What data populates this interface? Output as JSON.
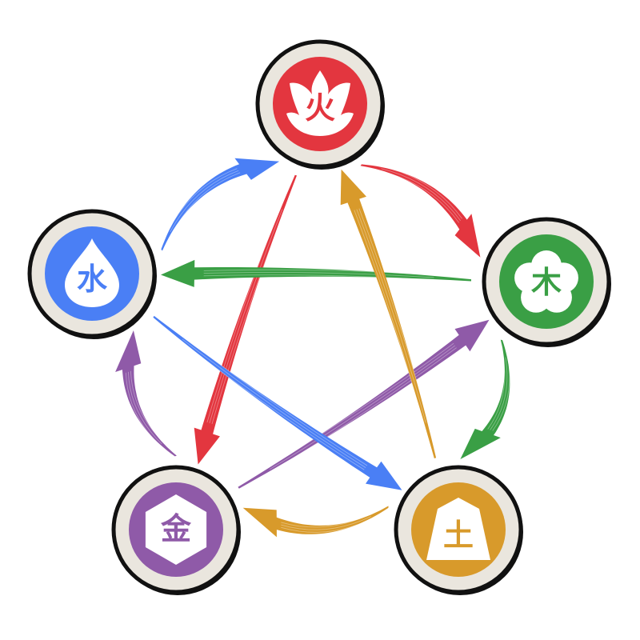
{
  "elements": [
    {
      "id": "fire",
      "glyph": "火",
      "color": "#E3363F",
      "emblem": "flame"
    },
    {
      "id": "wood",
      "glyph": "木",
      "color": "#3A9F45",
      "emblem": "plum-blossom"
    },
    {
      "id": "earth",
      "glyph": "土",
      "color": "#D89A2B",
      "emblem": "shogi-piece"
    },
    {
      "id": "metal",
      "glyph": "金",
      "color": "#8F5AA8",
      "emblem": "hexagon"
    },
    {
      "id": "water",
      "glyph": "水",
      "color": "#4A7FF5",
      "emblem": "water-drop"
    }
  ],
  "generating_cycle": [
    {
      "from": "fire",
      "to": "wood"
    },
    {
      "from": "wood",
      "to": "earth"
    },
    {
      "from": "earth",
      "to": "metal"
    },
    {
      "from": "metal",
      "to": "water"
    },
    {
      "from": "water",
      "to": "fire"
    }
  ],
  "overcoming_cycle": [
    {
      "from": "fire",
      "to": "metal"
    },
    {
      "from": "metal",
      "to": "wood"
    },
    {
      "from": "wood",
      "to": "water"
    },
    {
      "from": "water",
      "to": "earth"
    },
    {
      "from": "earth",
      "to": "fire"
    }
  ],
  "node_ring": {
    "fill": "#EAE6DE",
    "stroke": "#111111"
  }
}
